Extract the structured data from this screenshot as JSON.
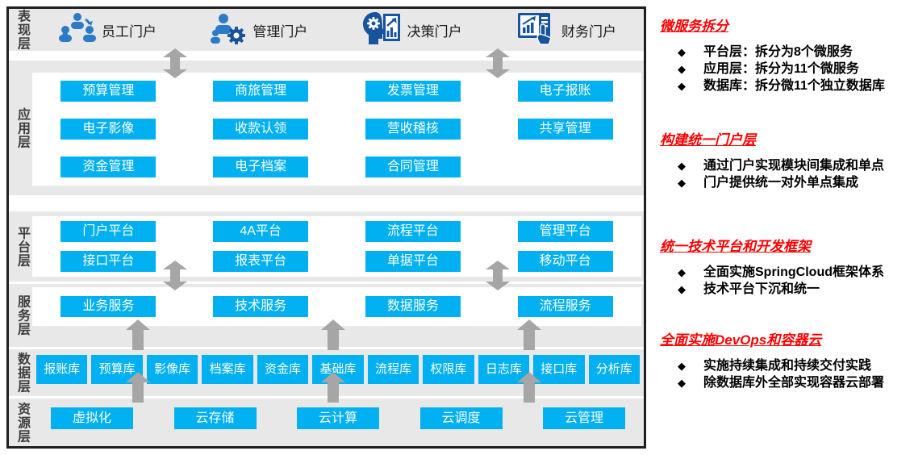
{
  "bullet_marker": "◆",
  "colors": {
    "box_blue": "#00b0f0",
    "band_gray": "#e8e8e8",
    "arrow_gray": "#a6a6a6",
    "accent_red": "#ff0000",
    "icon_blue": "#2b7bc6",
    "icon_dark_blue": "#17549b"
  },
  "layers": {
    "presentation": {
      "label": "表现层",
      "portals": [
        {
          "label": "员工门户",
          "icon": "employee-portal-icon"
        },
        {
          "label": "管理门户",
          "icon": "management-portal-icon"
        },
        {
          "label": "决策门户",
          "icon": "decision-portal-icon"
        },
        {
          "label": "财务门户",
          "icon": "finance-portal-icon"
        }
      ]
    },
    "application": {
      "label": "应用层",
      "grid": [
        [
          "预算管理",
          "商旅管理",
          "发票管理",
          "电子报账"
        ],
        [
          "电子影像",
          "收款认领",
          "营收稽核",
          "共享管理"
        ],
        [
          "资金管理",
          "电子档案",
          "合同管理",
          ""
        ]
      ]
    },
    "platform": {
      "label": "平台层",
      "grid": [
        [
          "门户平台",
          "4A平台",
          "流程平台",
          "管理平台"
        ],
        [
          "接口平台",
          "报表平台",
          "单据平台",
          "移动平台"
        ]
      ]
    },
    "service": {
      "label": "服务层",
      "boxes": [
        "业务服务",
        "技术服务",
        "数据服务",
        "流程服务"
      ]
    },
    "data": {
      "label": "数据层",
      "boxes": [
        "报账库",
        "预算库",
        "影像库",
        "档案库",
        "资金库",
        "基础库",
        "流程库",
        "权限库",
        "日志库",
        "接口库",
        "分析库"
      ]
    },
    "resource": {
      "label": "资源层",
      "boxes": [
        "虚拟化",
        "云存储",
        "云计算",
        "云调度",
        "云管理"
      ]
    }
  },
  "annotations": [
    {
      "title": "微服务拆分",
      "bullets": [
        "平台层：拆分为8个微服务",
        "应用层：拆分为11个微服务",
        "数据库：拆分微11个独立数据库"
      ]
    },
    {
      "title": "构建统一门户层",
      "bullets": [
        "通过门户实现模块间集成和单点",
        "门户提供统一对外单点集成"
      ]
    },
    {
      "title": "统一技术平台和开发框架",
      "bullets": [
        "全面实施SpringCloud框架体系",
        "技术平台下沉和统一"
      ]
    },
    {
      "title": "全面实施DevOps和容器云",
      "bullets": [
        "实施持续集成和持续交付实践",
        "除数据库外全部实现容器云部署"
      ]
    }
  ]
}
